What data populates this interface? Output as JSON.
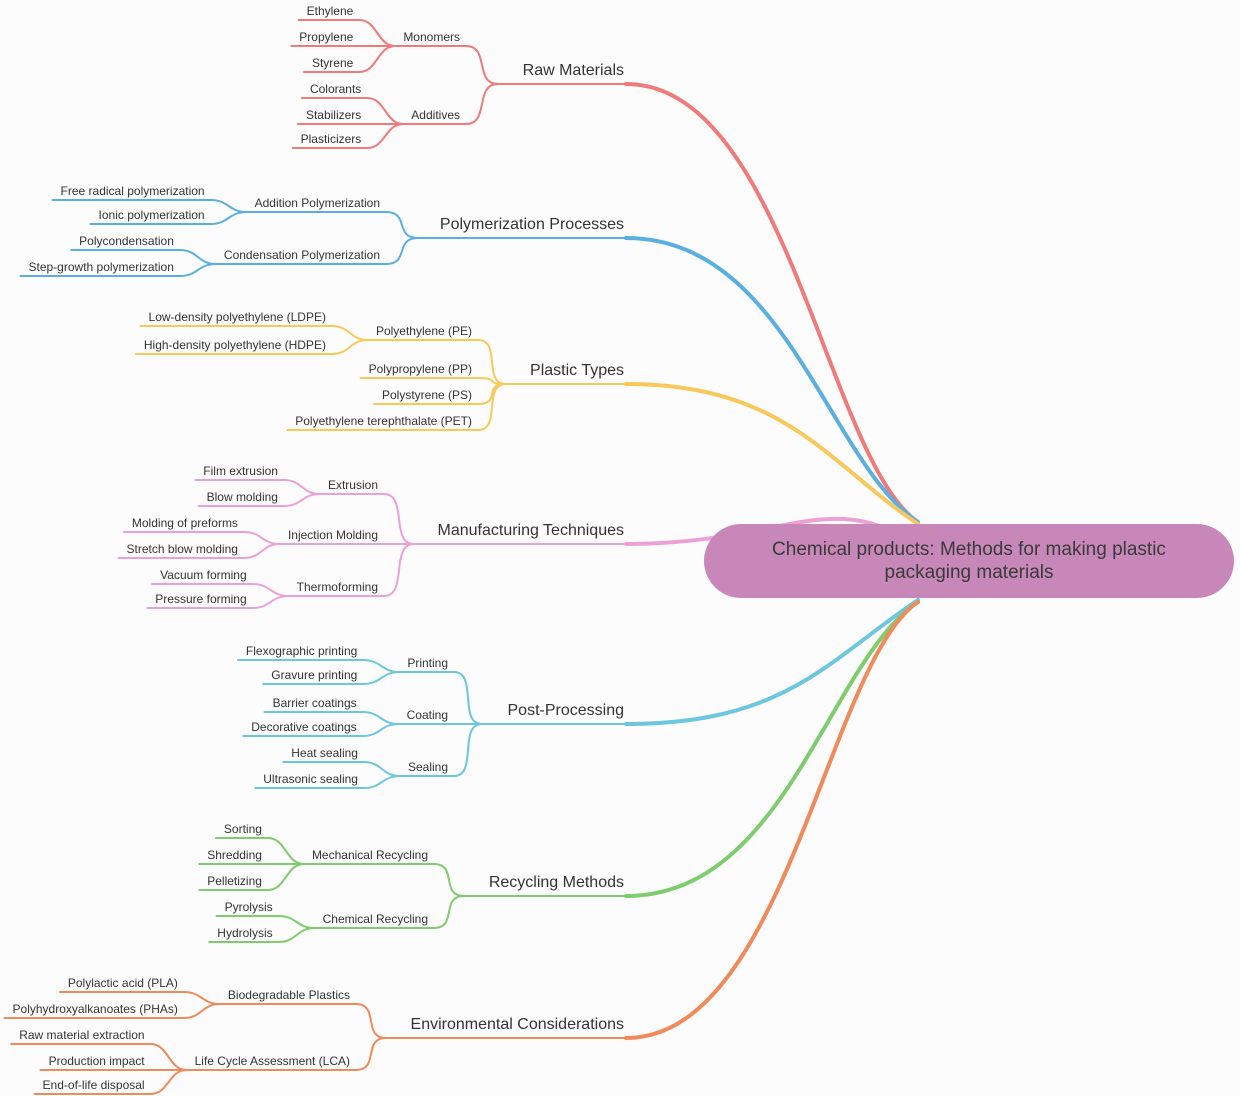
{
  "root": "Chemical products: Methods for making plastic packaging materials",
  "branches": [
    {
      "label": "Raw Materials",
      "color": "#f07a7a",
      "children": [
        {
          "label": "Monomers",
          "children": [
            "Ethylene",
            "Propylene",
            "Styrene"
          ]
        },
        {
          "label": "Additives",
          "children": [
            "Colorants",
            "Stabilizers",
            "Plasticizers"
          ]
        }
      ]
    },
    {
      "label": "Polymerization Processes",
      "color": "#5aafe0",
      "children": [
        {
          "label": "Addition Polymerization",
          "children": [
            "Free radical polymerization",
            "Ionic polymerization"
          ]
        },
        {
          "label": "Condensation Polymerization",
          "children": [
            "Polycondensation",
            "Step-growth polymerization"
          ]
        }
      ]
    },
    {
      "label": "Plastic Types",
      "color": "#f8c95a",
      "children": [
        {
          "label": "Polyethylene (PE)",
          "children": [
            "Low-density polyethylene (LDPE)",
            "High-density polyethylene (HDPE)"
          ]
        },
        {
          "label": "Polypropylene (PP)",
          "children": []
        },
        {
          "label": "Polystyrene (PS)",
          "children": []
        },
        {
          "label": "Polyethylene terephthalate (PET)",
          "children": []
        }
      ]
    },
    {
      "label": "Manufacturing Techniques",
      "color": "#eda0d6",
      "children": [
        {
          "label": "Extrusion",
          "children": [
            "Film extrusion",
            "Blow molding"
          ]
        },
        {
          "label": "Injection Molding",
          "children": [
            "Molding of preforms",
            "Stretch blow molding"
          ]
        },
        {
          "label": "Thermoforming",
          "children": [
            "Vacuum forming",
            "Pressure forming"
          ]
        }
      ]
    },
    {
      "label": "Post-Processing",
      "color": "#6cc6dd",
      "children": [
        {
          "label": "Printing",
          "children": [
            "Flexographic printing",
            "Gravure printing"
          ]
        },
        {
          "label": "Coating",
          "children": [
            "Barrier coatings",
            "Decorative coatings"
          ]
        },
        {
          "label": "Sealing",
          "children": [
            "Heat sealing",
            "Ultrasonic sealing"
          ]
        }
      ]
    },
    {
      "label": "Recycling Methods",
      "color": "#7fcc6e",
      "children": [
        {
          "label": "Mechanical Recycling",
          "children": [
            "Sorting",
            "Shredding",
            "Pelletizing"
          ]
        },
        {
          "label": "Chemical Recycling",
          "children": [
            "Pyrolysis",
            "Hydrolysis"
          ]
        }
      ]
    },
    {
      "label": "Environmental Considerations",
      "color": "#f08a5a",
      "children": [
        {
          "label": "Biodegradable Plastics",
          "children": [
            "Polylactic acid (PLA)",
            "Polyhydroxyalkanoates (PHAs)"
          ]
        },
        {
          "label": "Life Cycle Assessment (LCA)",
          "children": [
            "Raw material extraction",
            "Production impact",
            "End-of-life disposal"
          ]
        }
      ]
    }
  ]
}
